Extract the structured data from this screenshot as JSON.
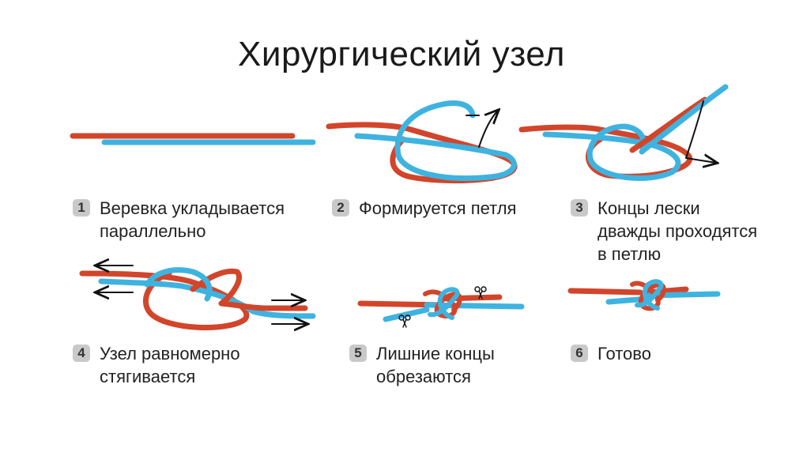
{
  "title": "Хирургический узел",
  "colors": {
    "red_line": "#d2452b",
    "blue_line": "#3fb3e0",
    "arrow": "#111111",
    "badge": "#c9c9c9"
  },
  "steps": [
    {
      "number": "1",
      "text": "Веревка укладывается\nпараллельно"
    },
    {
      "number": "2",
      "text": "Формируется петля"
    },
    {
      "number": "3",
      "text": "Концы лески\nдважды проходятся\nв петлю"
    },
    {
      "number": "4",
      "text": "Узел равномерно\nстягивается"
    },
    {
      "number": "5",
      "text": "Лишние концы\nобрезаются"
    },
    {
      "number": "6",
      "text": "Готово"
    }
  ],
  "icons": [
    "arrow-icon",
    "scissors-icon"
  ]
}
